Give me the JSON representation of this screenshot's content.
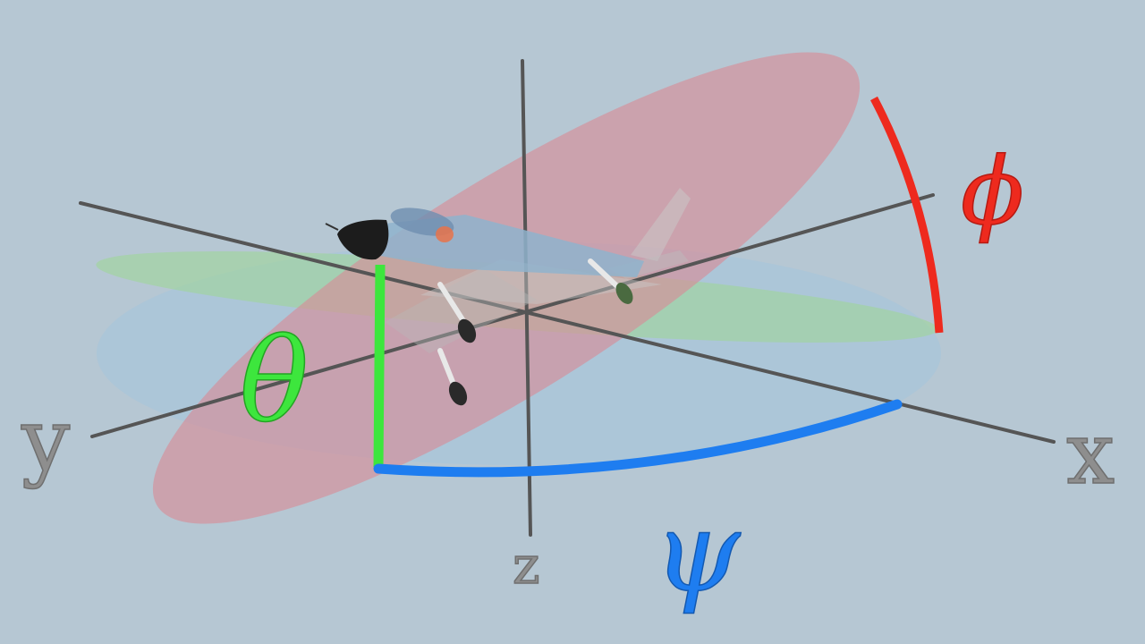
{
  "axes": {
    "x_label": "x",
    "y_label": "y",
    "z_label": "z"
  },
  "angles": {
    "roll": {
      "symbol": "ϕ",
      "color": "#ee2a1e"
    },
    "pitch": {
      "symbol": "θ",
      "color": "#3de63d"
    },
    "yaw": {
      "symbol": "ψ",
      "color": "#1e7df0"
    }
  },
  "planes": {
    "roll_plane_color": "#d88a96",
    "pitch_plane_color": "#9fd69a",
    "yaw_plane_color": "#a8c6da"
  },
  "colors": {
    "background": "#b6c7d3",
    "axis_line": "#555555"
  }
}
